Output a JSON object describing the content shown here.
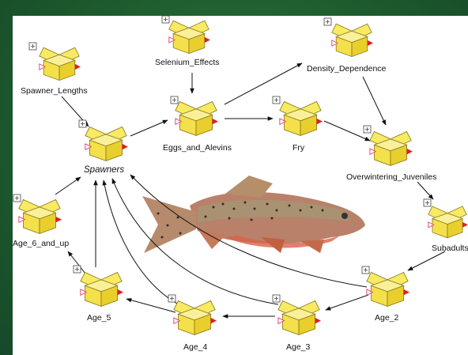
{
  "diagram": {
    "nodes": [
      {
        "id": "spawner_lengths",
        "label": "Spawner_Lengths"
      },
      {
        "id": "selenium_effects",
        "label": "Selenium_Effects"
      },
      {
        "id": "density_dependence",
        "label": "Density_Dependence"
      },
      {
        "id": "eggs_and_alevins",
        "label": "Eggs_and_Alevins"
      },
      {
        "id": "fry",
        "label": "Fry"
      },
      {
        "id": "spawners",
        "label": "Spawners"
      },
      {
        "id": "overwintering_juveniles",
        "label": "Overwintering_Juveniles"
      },
      {
        "id": "age_6_and_up",
        "label": "Age_6_and_up"
      },
      {
        "id": "subadults",
        "label": "Subadults"
      },
      {
        "id": "age_5",
        "label": "Age_5"
      },
      {
        "id": "age_2",
        "label": "Age_2"
      },
      {
        "id": "age_4",
        "label": "Age_4"
      },
      {
        "id": "age_3",
        "label": "Age_3"
      }
    ],
    "edges": [
      {
        "from": "spawner_lengths",
        "to": "spawners"
      },
      {
        "from": "selenium_effects",
        "to": "eggs_and_alevins"
      },
      {
        "from": "spawners",
        "to": "eggs_and_alevins"
      },
      {
        "from": "eggs_and_alevins",
        "to": "density_dependence"
      },
      {
        "from": "eggs_and_alevins",
        "to": "fry"
      },
      {
        "from": "fry",
        "to": "overwintering_juveniles"
      },
      {
        "from": "density_dependence",
        "to": "overwintering_juveniles"
      },
      {
        "from": "overwintering_juveniles",
        "to": "subadults"
      },
      {
        "from": "subadults",
        "to": "age_2"
      },
      {
        "from": "age_2",
        "to": "age_3"
      },
      {
        "from": "age_3",
        "to": "age_4"
      },
      {
        "from": "age_4",
        "to": "age_5"
      },
      {
        "from": "age_5",
        "to": "age_6_and_up"
      },
      {
        "from": "age_6_and_up",
        "to": "spawners"
      },
      {
        "from": "age_5",
        "to": "spawners"
      },
      {
        "from": "age_4",
        "to": "spawners"
      },
      {
        "from": "age_3",
        "to": "spawners"
      },
      {
        "from": "age_2",
        "to": "spawners"
      }
    ],
    "colors": {
      "box_fill": "#f2e34a",
      "box_stroke": "#8a7a20",
      "port_in": "#f06a8a",
      "port_out": "#e02020",
      "edge": "#111111"
    }
  }
}
